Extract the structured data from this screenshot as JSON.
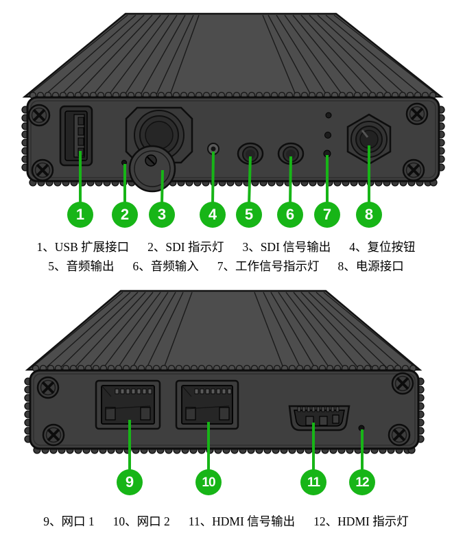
{
  "colors": {
    "callout_green": "#17b517",
    "device_body_gray": "#4d4d4d",
    "device_panel_gray": "#3f3f3f",
    "background": "#ffffff"
  },
  "front": {
    "callouts": [
      "1",
      "2",
      "3",
      "4",
      "5",
      "6",
      "7",
      "8"
    ],
    "caption_row1": [
      "1、USB 扩展接口",
      "2、SDI 指示灯",
      "3、SDI 信号输出",
      "4、复位按钮"
    ],
    "caption_row2": [
      "5、音频输出",
      "6、音频输入",
      "7、工作信号指示灯",
      "8、电源接口"
    ]
  },
  "rear": {
    "callouts": [
      "9",
      "10",
      "11",
      "12"
    ],
    "caption_row": [
      "9、网口 1",
      "10、网口 2",
      "11、HDMI 信号输出",
      "12、HDMI 指示灯"
    ]
  }
}
